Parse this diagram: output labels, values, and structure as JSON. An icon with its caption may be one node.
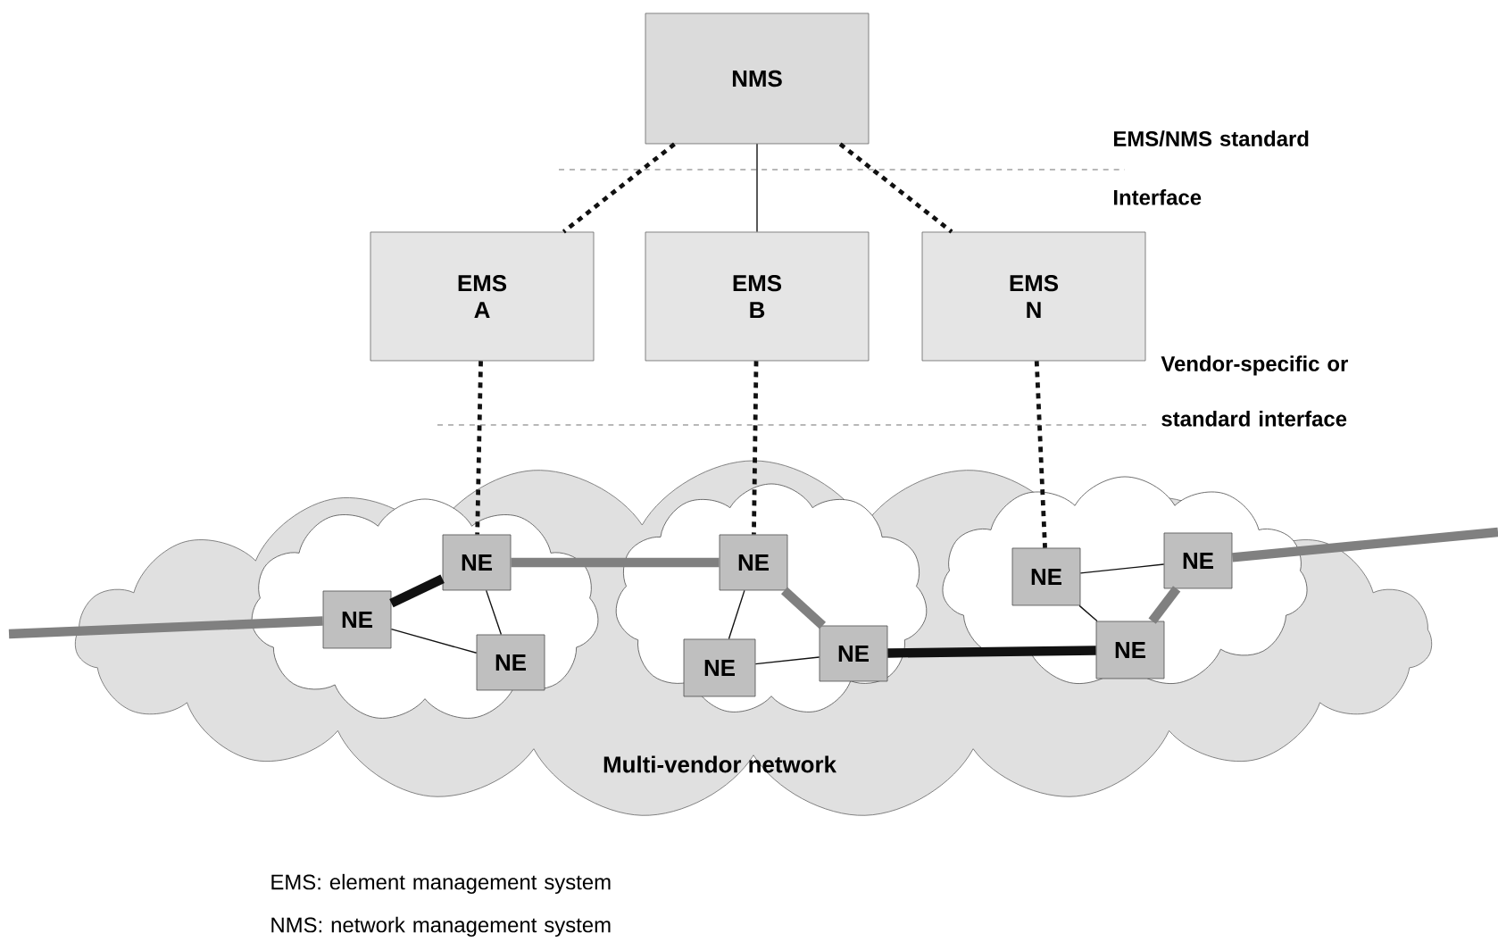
{
  "diagram": {
    "nodes": [
      {
        "text": [
          "NMS"
        ]
      },
      {
        "text": [
          "EMS A"
        ]
      },
      {
        "text": [
          "EMS B"
        ]
      },
      {
        "text": [
          "EMS N"
        ]
      },
      {
        "text": [
          "Multi-vendor network"
        ]
      },
      {
        "text": [],
        "shape": "cloud",
        "in": 4
      },
      {
        "text": [
          "NE"
        ],
        "in": 5
      },
      {
        "text": [
          "NE"
        ],
        "in": 5
      },
      {
        "text": [
          "NE"
        ],
        "in": 5
      },
      {
        "text": [],
        "shape": "cloud",
        "in": 4
      },
      {
        "text": [
          "NE"
        ],
        "in": 9
      },
      {
        "text": [
          "NE"
        ],
        "in": 9
      },
      {
        "text": [
          "NE"
        ],
        "in": 9
      },
      {
        "text": [],
        "shape": "cloud",
        "in": 4
      },
      {
        "text": [
          "NE"
        ],
        "in": 13
      },
      {
        "text": [
          "NE"
        ],
        "in": 13
      },
      {
        "text": [
          "NE"
        ],
        "in": 13
      }
    ],
    "edges": [
      {
        "from": 0,
        "to": 1,
        "arrow": "none",
        "style": "dashed"
      },
      {
        "from": 0,
        "to": 2,
        "arrow": "none"
      },
      {
        "from": 0,
        "to": 3,
        "arrow": "none",
        "style": "dashed"
      },
      {
        "from": 1,
        "to": 6,
        "arrow": "none",
        "style": "dashed"
      },
      {
        "from": 2,
        "to": 10,
        "arrow": "none",
        "style": "dashed"
      },
      {
        "from": 3,
        "to": 14,
        "arrow": "none",
        "style": "dashed"
      },
      {
        "from": null,
        "to": 7,
        "arrow": "none",
        "style": "thick",
        "color": "#808080"
      },
      {
        "from": 7,
        "to": 6,
        "arrow": "none",
        "style": "thick"
      },
      {
        "from": 6,
        "to": 10,
        "arrow": "none",
        "style": "thick",
        "color": "#808080"
      },
      {
        "from": 10,
        "to": 12,
        "arrow": "none",
        "style": "thick",
        "color": "#808080"
      },
      {
        "from": 12,
        "to": 16,
        "arrow": "none",
        "style": "thick"
      },
      {
        "from": 16,
        "to": 15,
        "arrow": "none",
        "style": "thick",
        "color": "#808080"
      },
      {
        "from": 15,
        "to": null,
        "arrow": "none",
        "style": "thick",
        "color": "#808080"
      },
      {
        "from": 6,
        "to": 8,
        "arrow": "none"
      },
      {
        "from": 7,
        "to": 8,
        "arrow": "none"
      },
      {
        "from": 10,
        "to": 11,
        "arrow": "none"
      },
      {
        "from": 11,
        "to": 12,
        "arrow": "none"
      },
      {
        "from": 14,
        "to": 15,
        "arrow": "none"
      },
      {
        "from": 14,
        "to": 16,
        "arrow": "none"
      }
    ],
    "labels": [
      "EMS/NMS standard Interface",
      "Vendor-specific or standard interface",
      "EMS: element management system",
      "NMS: network management system"
    ]
  }
}
